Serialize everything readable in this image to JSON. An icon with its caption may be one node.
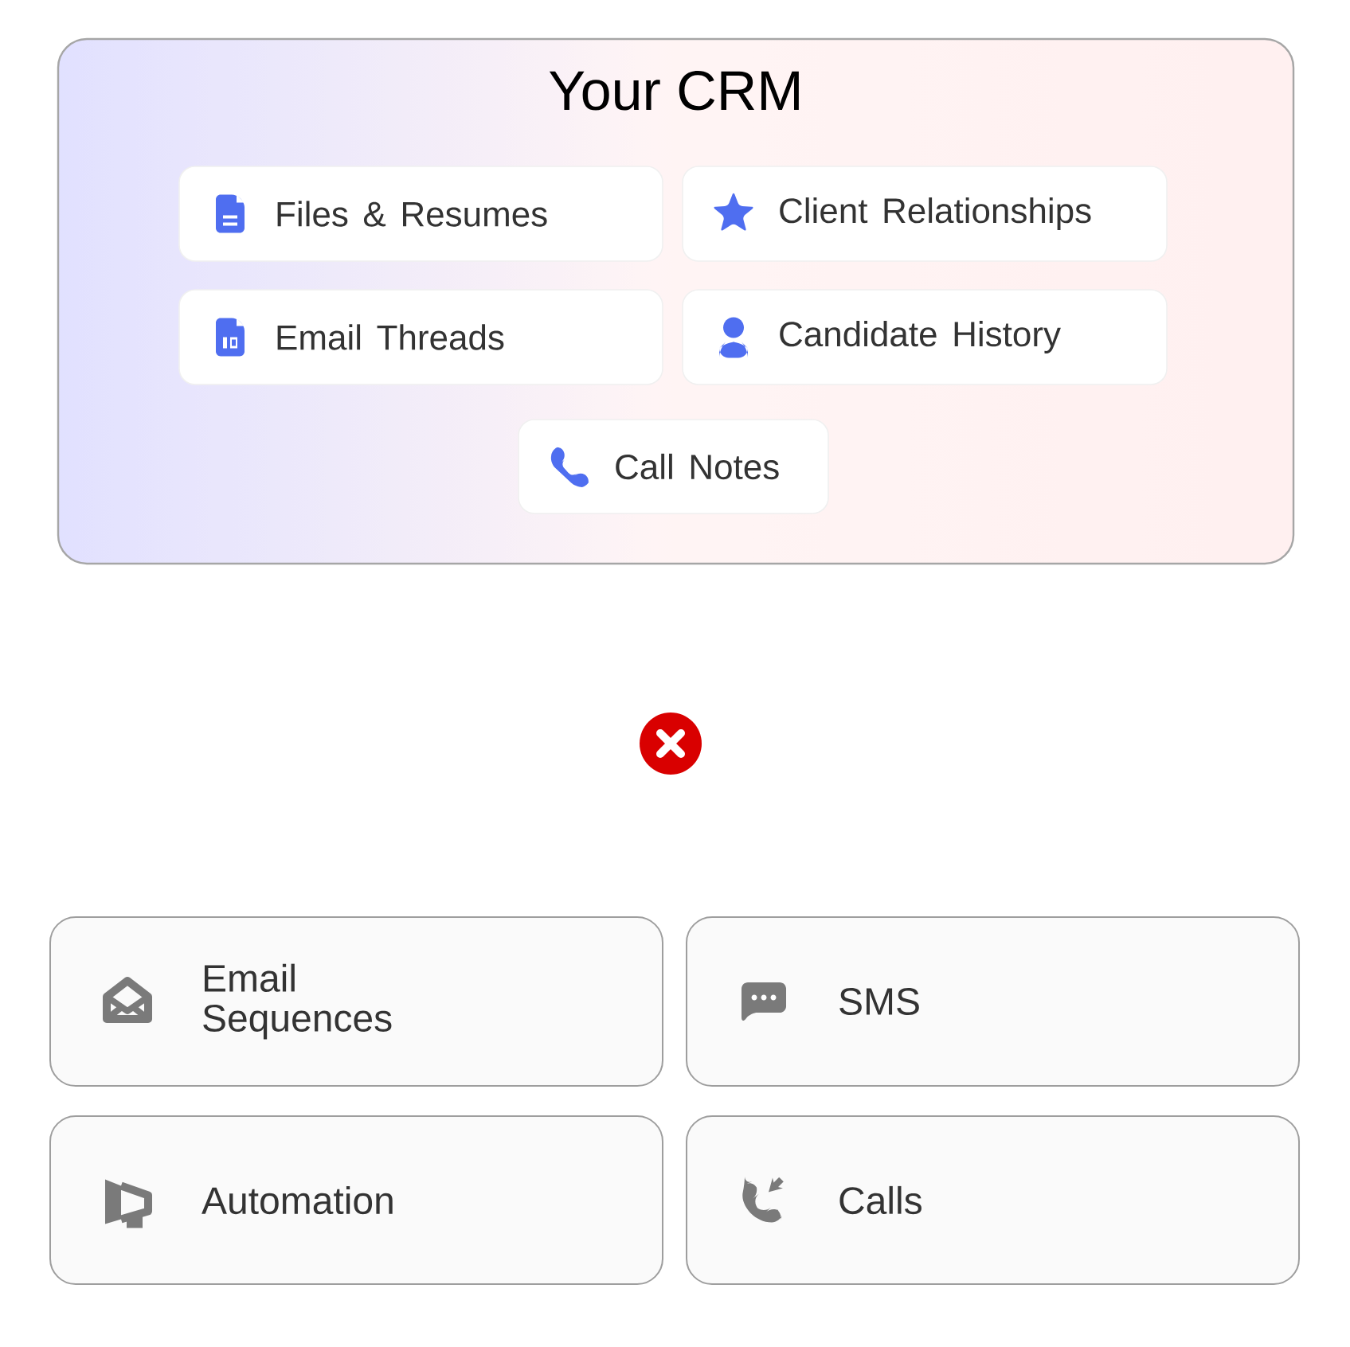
{
  "diagram": {
    "nodes": [
      {
        "text": [
          "Your CRM"
        ]
      },
      {
        "text": [
          "Files & Resumes"
        ],
        "in": 0
      },
      {
        "text": [
          "Client Relationships"
        ],
        "in": 0
      },
      {
        "text": [
          "Email Threads"
        ],
        "in": 0
      },
      {
        "text": [
          "Candidate History"
        ],
        "in": 0
      },
      {
        "text": [
          "Call Notes"
        ],
        "in": 0
      },
      {
        "text": [
          "Email Sequences"
        ]
      },
      {
        "text": [
          "SMS"
        ]
      },
      {
        "text": [
          "Automation"
        ]
      },
      {
        "text": [
          "Calls"
        ]
      }
    ]
  }
}
